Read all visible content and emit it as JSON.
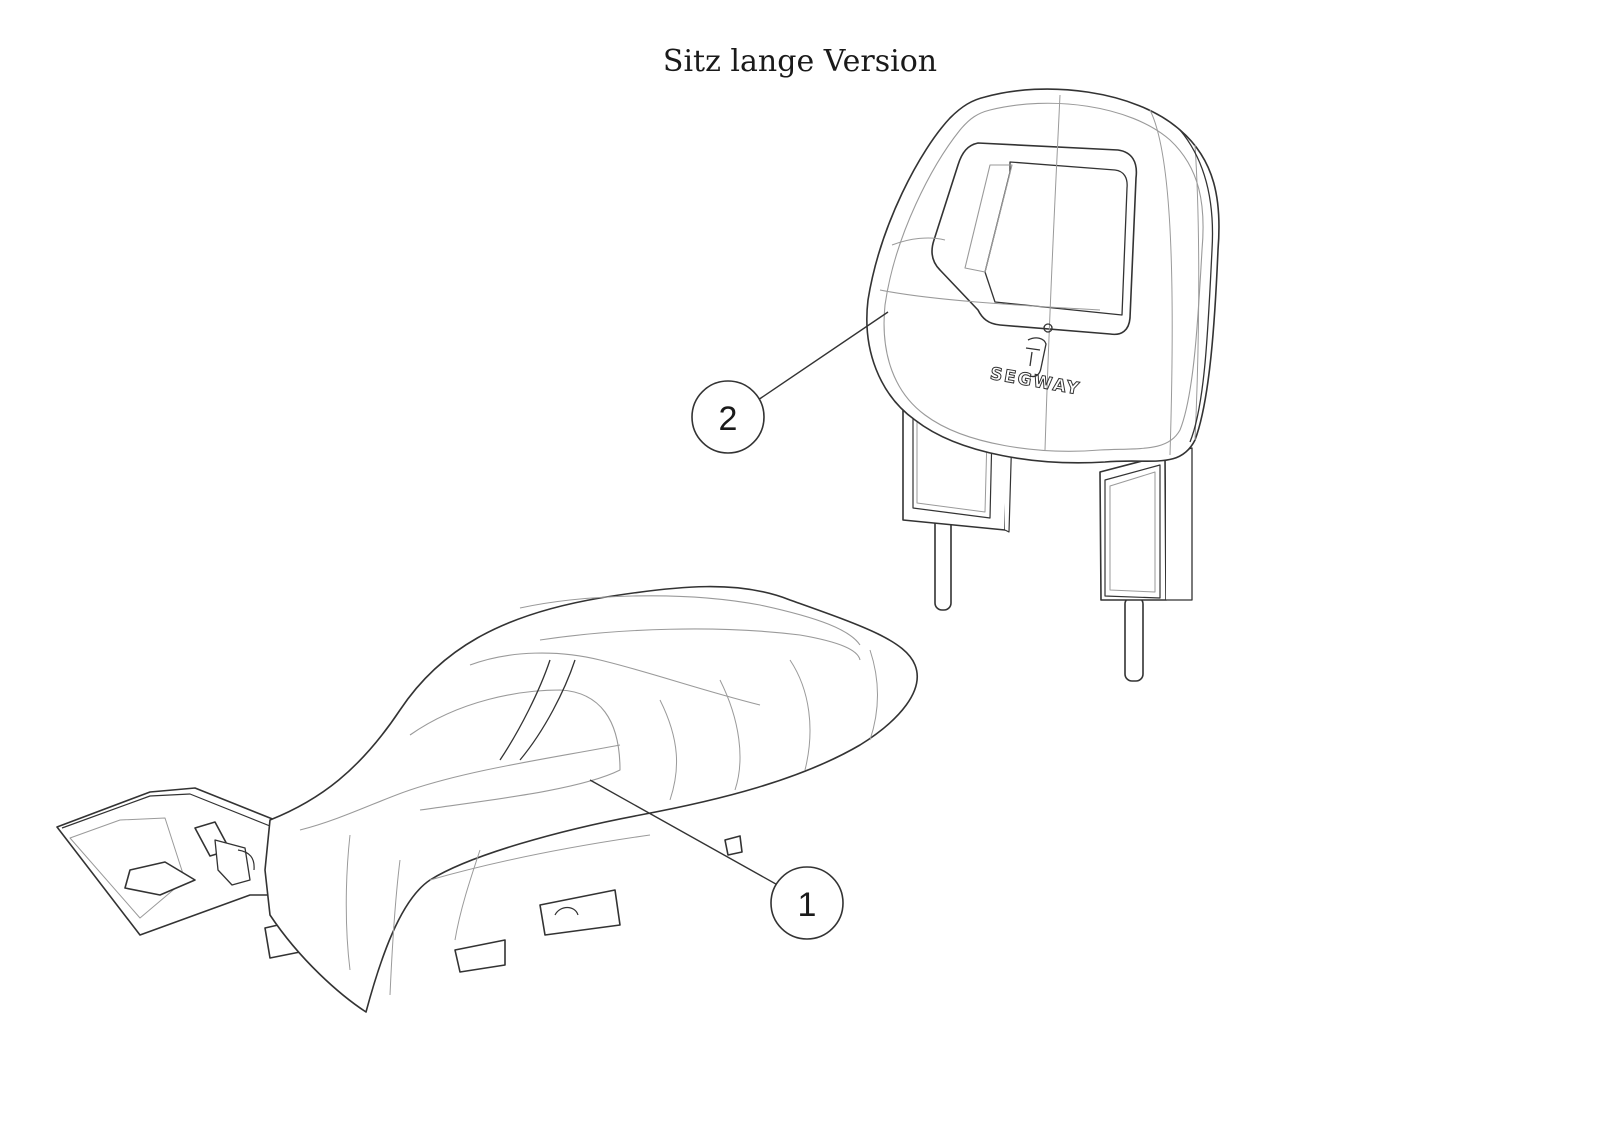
{
  "title": "Sitz lange Version",
  "colors": {
    "line": "#333333",
    "thin": "#9a9a9a",
    "background": "#ffffff"
  },
  "parts": [
    {
      "number": "1",
      "part": "seat"
    },
    {
      "number": "2",
      "part": "backrest"
    }
  ],
  "brand_logo_text": "SEGWAY",
  "icons": [
    "segway-rider-logo-icon"
  ]
}
